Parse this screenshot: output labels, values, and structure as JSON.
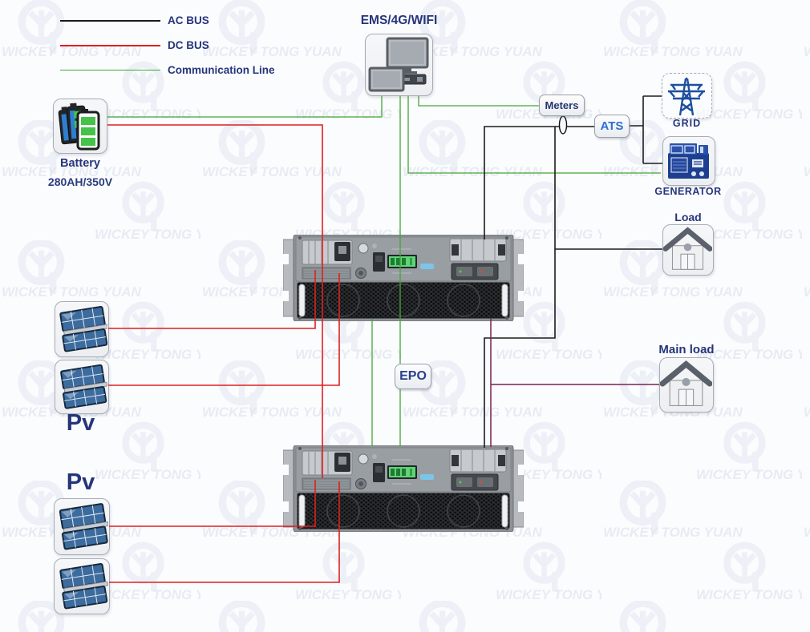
{
  "legend": {
    "items": [
      {
        "label": "AC BUS",
        "color": "#1a1a1a"
      },
      {
        "label": "DC BUS",
        "color": "#e01f1f"
      },
      {
        "label": "Communication Line",
        "color": "#43a536"
      }
    ]
  },
  "nodes": {
    "battery": {
      "label": "Battery",
      "spec": "280AH/350V"
    },
    "ems": {
      "label": "EMS/4G/WIFI"
    },
    "meters": {
      "label": "Meters"
    },
    "ats": {
      "label": "ATS"
    },
    "grid": {
      "label": "GRID"
    },
    "generator": {
      "label": "GENERATOR"
    },
    "load": {
      "label": "Load"
    },
    "main_load": {
      "label": "Main load"
    },
    "epo": {
      "label": "EPO"
    },
    "pv_group_1": {
      "label": "Pv"
    },
    "pv_group_2": {
      "label": "Pv"
    }
  },
  "line_colors": {
    "ac_bus": "#1c1c1c",
    "dc_bus": "#e01f1f",
    "communication": "#43a536",
    "backup_load": "#7a2150"
  },
  "watermark": {
    "text": "WICKEY TONG YUAN"
  }
}
